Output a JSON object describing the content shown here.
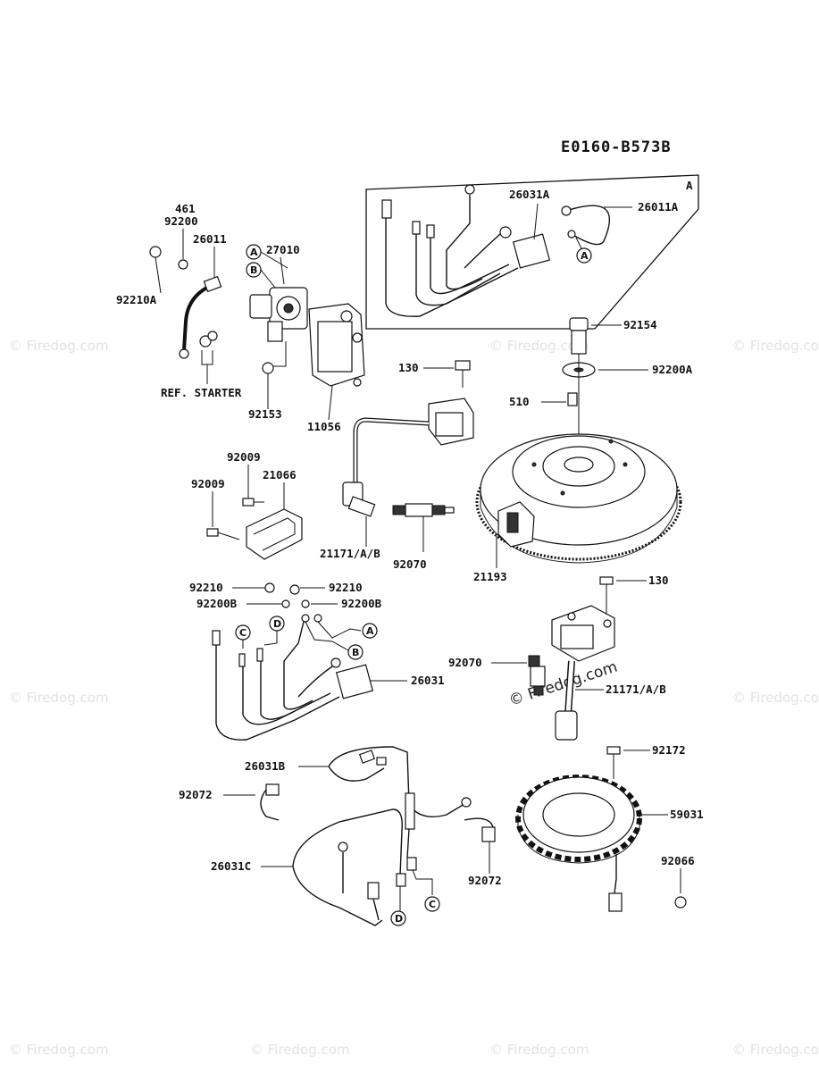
{
  "diagram_code": "E0160-B573B",
  "watermark": "© Firedog.com",
  "inset_label": "A",
  "part_labels": {
    "p461": "461",
    "p92200": "92200",
    "p26011": "26011",
    "p27010": "27010",
    "p92210A": "92210A",
    "ref_starter": "REF. STARTER",
    "p92153": "92153",
    "p11056": "11056",
    "p26031A": "26031A",
    "p26011A": "26011A",
    "p92154": "92154",
    "p130_top": "130",
    "p92200A": "92200A",
    "p510": "510",
    "p92009_a": "92009",
    "p92009_b": "92009",
    "p21066": "21066",
    "p21171_top": "21171/A/B",
    "p92070_top": "92070",
    "p21193": "21193",
    "p92210_l": "92210",
    "p92210_r": "92210",
    "p92200B_l": "92200B",
    "p92200B_r": "92200B",
    "p26031": "26031",
    "p130_bot": "130",
    "p92070_bot": "92070",
    "p21171_bot": "21171/A/B",
    "p26031B": "26031B",
    "p92072_l": "92072",
    "p92072_r": "92072",
    "p92172": "92172",
    "p59031": "59031",
    "p92066": "92066",
    "p26031C": "26031C"
  },
  "callouts": {
    "A1": "A",
    "B1": "B",
    "A2": "A",
    "A3": "A",
    "B2": "B",
    "C1": "C",
    "D1": "D",
    "C2": "C",
    "D2": "D"
  }
}
